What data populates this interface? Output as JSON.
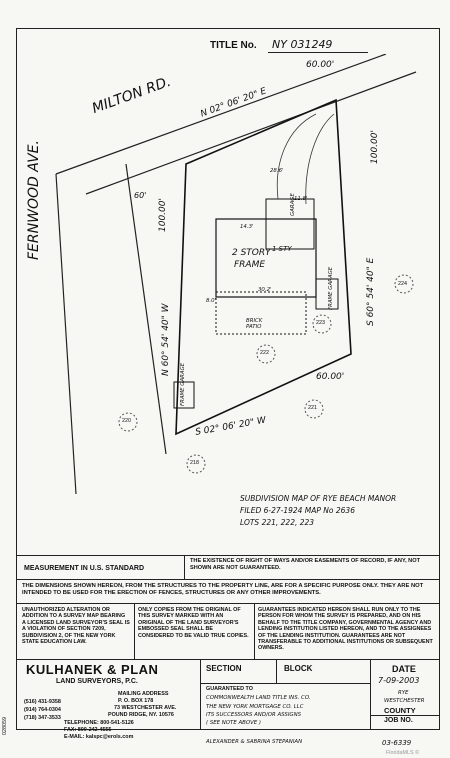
{
  "title_block": {
    "label": "TITLE No.",
    "value": "NY 031249"
  },
  "plan": {
    "street_milton": "MILTON RD.",
    "street_fernwood": "FERNWOOD AVE.",
    "bearing_top": "N 02° 06' 20\" E",
    "dist_top": "60.00'",
    "bearing_right": "S 60° 54' 40\" E",
    "dist_right": "100.00'",
    "bearing_left": "N 60° 54' 40\" W",
    "dist_left": "100.00'",
    "bearing_bottom": "S 02° 06' 20\" W",
    "dist_bottom": "60.00'",
    "corner_60": "60'",
    "house_line1": "2 STORY",
    "house_line2": "FRAME",
    "story_label": "1 STY",
    "garage_label": "GARAGE",
    "patio_label": "BRICK PATIO",
    "frame_garage_right": "FRAME GARAGE",
    "frame_garage_left": "FRAME GARAGE",
    "dim_30_2": "30.2'",
    "dim_14_3": "14.3'",
    "dim_28_6": "28.6'",
    "dim_11_8": "11.8'",
    "dim_8_0": "8.0'",
    "lot_numbers": [
      "221",
      "222",
      "223",
      "224",
      "220",
      "218"
    ]
  },
  "subdivision": {
    "line1": "SUBDIVISION MAP OF RYE BEACH MANOR",
    "line2": "FILED 6-27-1924   MAP No 2636",
    "line3": "LOTS 221, 222, 223"
  },
  "measurement": "MEASUREMENT IN U.S. STANDARD",
  "existence_note": "THE EXISTENCE OF RIGHT OF WAYS AND/OR EASEMENTS OF RECORD, IF ANY, NOT SHOWN ARE NOT GUARANTEED.",
  "dimensions_note": "THE DIMENSIONS SHOWN HEREON, FROM THE STRUCTURES TO THE PROPERTY LINE, ARE FOR A SPECIFIC PURPOSE ONLY. THEY ARE NOT INTENDED TO BE USED FOR THE ERECTION OF FENCES, STRUCTURES OR ANY OTHER IMPROVEMENTS.",
  "unauthorized_note": "UNAUTHORIZED ALTERATION OR ADDITION TO A SURVEY MAP BEARING A LICENSED LAND SURVEYOR'S SEAL IS A VIOLATION OF SECTION 7209, SUBDIVISION 2, OF THE NEW YORK STATE EDUCATION LAW.",
  "copies_note": "ONLY COPIES FROM THE ORIGINAL OF THIS SURVEY MARKED WITH AN ORIGINAL OF THE LAND SURVEYOR'S EMBOSSED SEAL SHALL BE CONSIDERED TO BE VALID TRUE COPIES.",
  "guarantees_note": "GUARANTEES INDICATED HEREON SHALL RUN ONLY TO THE PERSON FOR WHOM THE SURVEY IS PREPARED, AND ON HIS BEHALF TO THE TITLE COMPANY, GOVERNMENTAL AGENCY AND LENDING INSTITUTION LISTED HEREON, AND TO THE ASSIGNEES OF THE LENDING INSTITUTION. GUARANTEES ARE NOT TRANSFERABLE TO ADDITIONAL INSTITUTIONS OR SUBSEQUENT OWNERS.",
  "company": {
    "name": "KULHANEK & PLAN",
    "subtitle": "LAND SURVEYORS, P.C.",
    "phone1": "(516) 431-9358",
    "phone2": "(914) 764-0304",
    "phone3": "(718) 347-3533",
    "mailing_label": "MAILING ADDRESS",
    "mailing1": "P. O. BOX 178",
    "mailing2": "73 WESTCHESTER AVE.",
    "mailing3": "POUND RIDGE, NY. 10576",
    "telephone": "TELEPHONE: 800-541-5126",
    "fax": "FAX: 800-242-4555",
    "email": "E-MAIL: kalspc@erols.com"
  },
  "section_label": "SECTION",
  "block_label": "BLOCK",
  "date_label": "DATE",
  "date_value": "7-09-2003",
  "location1": "RYE",
  "location2": "WESTCHESTER",
  "county_label": "COUNTY",
  "job_label": "JOB NO.",
  "job_value": "03-6339",
  "guaranteed_label": "GUARANTEED TO",
  "guaranteed_lines": [
    "COMMONWEALTH LAND TITLE INS. CO.",
    "THE NEW YORK MORTGAGE CO. LLC",
    "ITS SUCCESSORS AND/OR ASSIGNS",
    "( SEE NOTE ABOVE )",
    "ALEXANDER & SABRINA STEPANIAN"
  ],
  "side_stamp": "028059",
  "watermark": "FloridaMLS ©"
}
